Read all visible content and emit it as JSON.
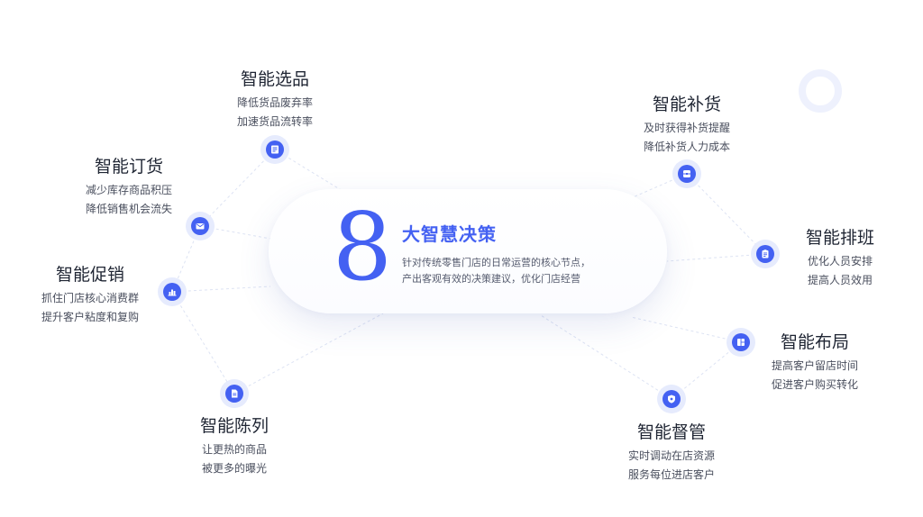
{
  "center": {
    "number": "8",
    "title": "大智慧决策",
    "desc_line1": "针对传统零售门店的日常运营的核心节点，",
    "desc_line2": "产出客观有效的决策建议，优化门店经营"
  },
  "features": [
    {
      "title": "智能选品",
      "line1": "降低货品废弃率",
      "line2": "加速货品流转率",
      "icon": "document-list-icon"
    },
    {
      "title": "智能订货",
      "line1": "减少库存商品积压",
      "line2": "降低销售机会流失",
      "icon": "envelope-icon"
    },
    {
      "title": "智能促销",
      "line1": "抓住门店核心消费群",
      "line2": "提升客户粘度和复购",
      "icon": "bar-chart-icon"
    },
    {
      "title": "智能陈列",
      "line1": "让更热的商品",
      "line2": "被更多的曝光",
      "icon": "file-icon"
    },
    {
      "title": "智能补货",
      "line1": "及时获得补货提醒",
      "line2": "降低补货人力成本",
      "icon": "box-icon"
    },
    {
      "title": "智能排班",
      "line1": "优化人员安排",
      "line2": "提高人员效用",
      "icon": "clipboard-icon"
    },
    {
      "title": "智能布局",
      "line1": "提高客户留店时间",
      "line2": "促进客户购买转化",
      "icon": "layout-icon"
    },
    {
      "title": "智能督管",
      "line1": "实时调动在店资源",
      "line2": "服务每位进店客户",
      "icon": "shield-icon"
    }
  ],
  "colors": {
    "accent": "#4461f2",
    "node_halo": "#e6ebfd",
    "line": "#dde3f3"
  }
}
